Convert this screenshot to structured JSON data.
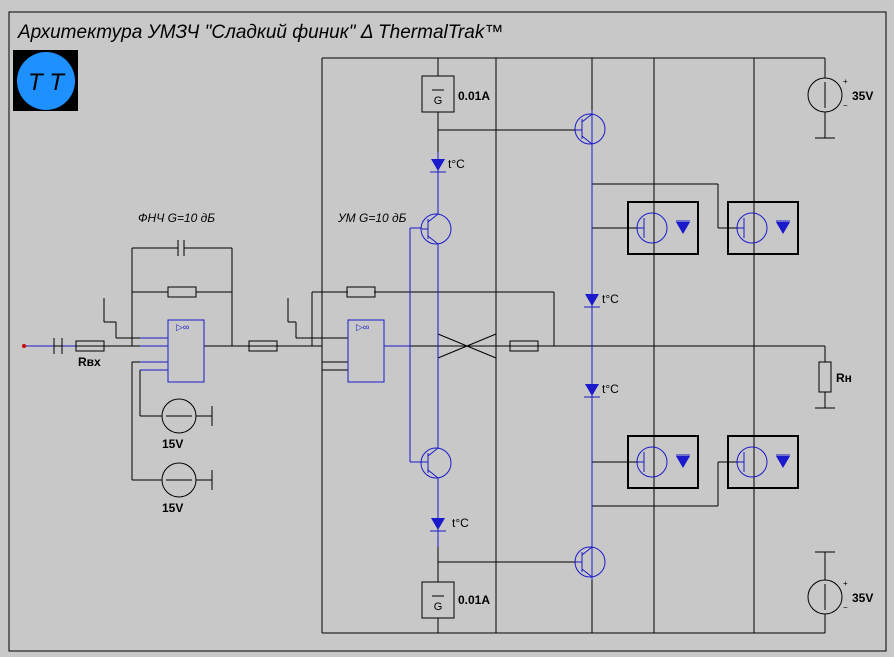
{
  "title": "Архитектура  УМЗЧ  \"Сладкий финик\" Δ ThermalTrak™",
  "logo": {
    "text": "Т Т",
    "color": "#1e90ff"
  },
  "labels": {
    "filter": "ФНЧ G=10 дБ",
    "amp": "УМ G=10 дБ",
    "rin": "Rвх",
    "rload": "Rн",
    "supply_pos": "35V",
    "supply_neg": "35V",
    "src_top": "15V",
    "src_bottom": "15V",
    "cs_top": "0.01A",
    "cs_bottom": "0.01A",
    "cs_glyph": "G",
    "diode_top": "t°C",
    "diode_mid1": "t°C",
    "diode_mid2": "t°C",
    "diode_bottom": "t°C",
    "opamp_sym": "▷∞",
    "plus": "+",
    "minus": "−"
  },
  "colors": {
    "wire_black": "#000000",
    "wire_blue": "#1a1acc",
    "background": "#c8c8c8",
    "input_dot": "#cc0000"
  }
}
